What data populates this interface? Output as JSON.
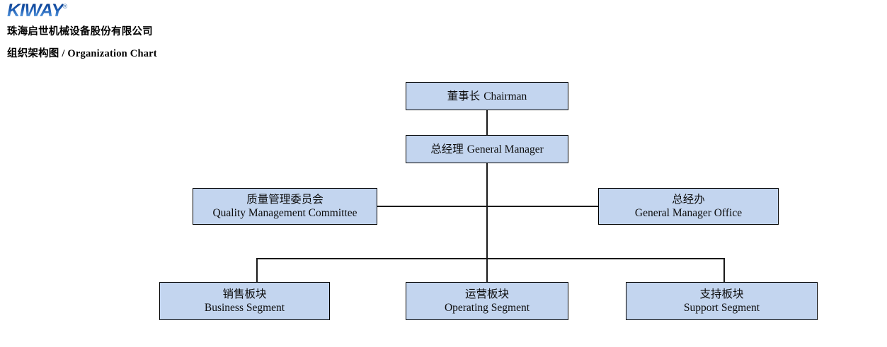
{
  "header": {
    "logo_text": "KIWAY",
    "logo_trademark": "®",
    "company_name": "珠海启世机械设备股份有限公司",
    "chart_title": "组织架构图 / Organization Chart"
  },
  "colors": {
    "node_fill": "#c3d5ef",
    "node_border": "#000000",
    "connector": "#1a1a1a",
    "logo_blue": "#1f5fb5",
    "text": "#0d0d0d"
  },
  "chart_data": {
    "type": "diagram",
    "title": "组织架构图 / Organization Chart",
    "nodes": [
      {
        "id": "chairman",
        "cn": "董事长",
        "en": "Chairman",
        "level": 0
      },
      {
        "id": "gm",
        "cn": "总经理",
        "en": "General Manager",
        "level": 1
      },
      {
        "id": "qmc",
        "cn": "质量管理委员会",
        "en": "Quality Management Committee",
        "level": 2
      },
      {
        "id": "gmo",
        "cn": "总经办",
        "en": "General Manager Office",
        "level": 2
      },
      {
        "id": "business",
        "cn": "销售板块",
        "en": "Business Segment",
        "level": 3
      },
      {
        "id": "operating",
        "cn": "运营板块",
        "en": "Operating Segment",
        "level": 3
      },
      {
        "id": "support",
        "cn": "支持板块",
        "en": "Support Segment",
        "level": 3
      }
    ],
    "edges": [
      {
        "from": "chairman",
        "to": "gm"
      },
      {
        "from": "gm",
        "to": "qmc"
      },
      {
        "from": "gm",
        "to": "gmo"
      },
      {
        "from": "gm",
        "to": "business"
      },
      {
        "from": "gm",
        "to": "operating"
      },
      {
        "from": "gm",
        "to": "support"
      }
    ]
  }
}
